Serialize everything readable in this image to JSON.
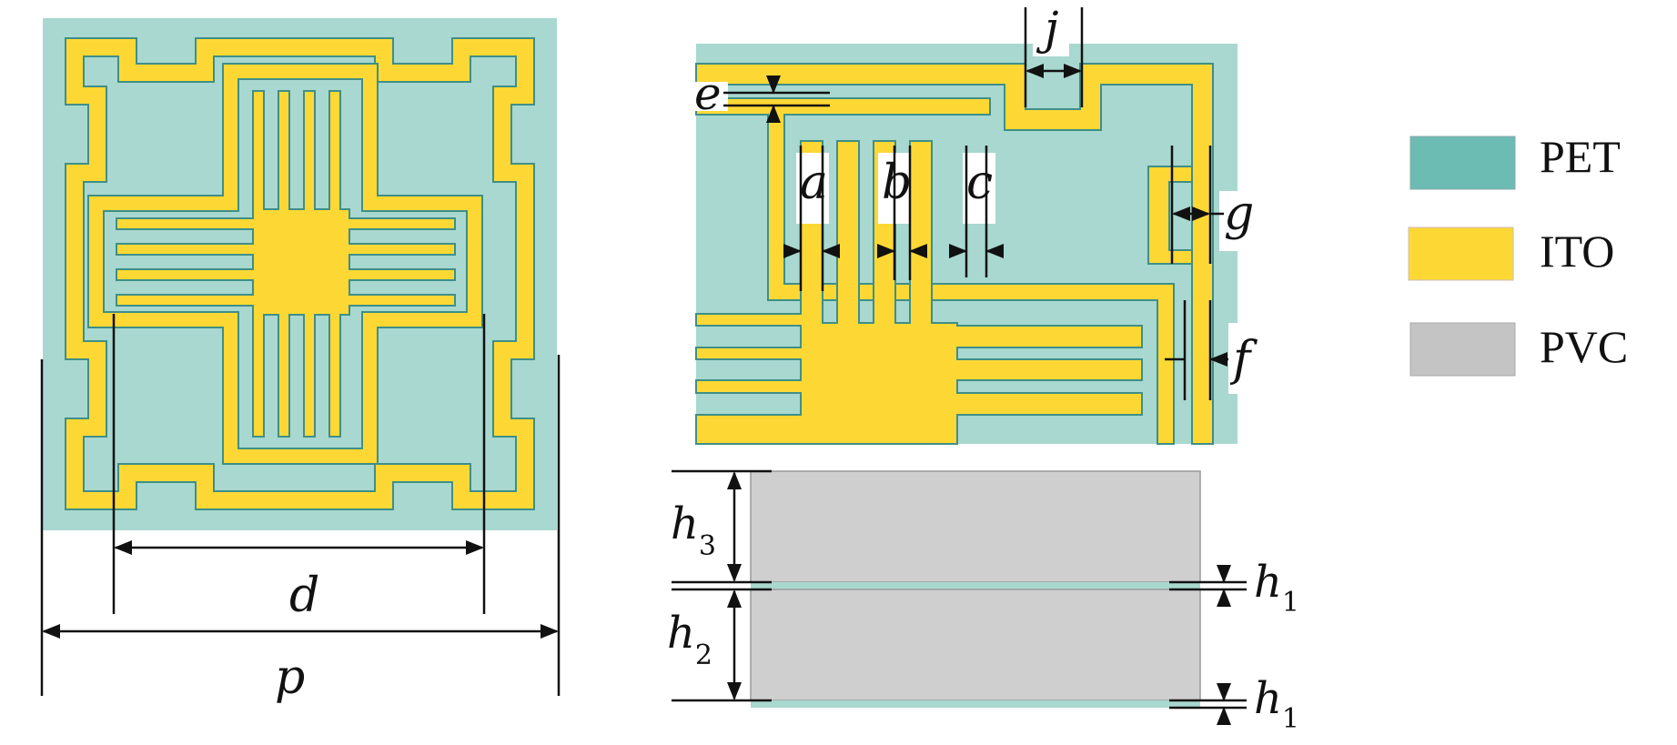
{
  "colors": {
    "pet": "#a8d8d0",
    "pet_legend": "#6cbcb4",
    "ito": "#fdd835",
    "pvc": "#cfcfcf",
    "outline": "#3f8f86",
    "line": "#111111"
  },
  "unit_cell": {
    "d_label": "d",
    "p_label": "p"
  },
  "detail": {
    "a_label": "a",
    "b_label": "b",
    "c_label": "c",
    "e_label": "e",
    "f_label": "f",
    "g_label": "g",
    "j_label": "j"
  },
  "layers": {
    "h_label": "h",
    "h3_sub": "3",
    "h2_sub": "2",
    "h1_sub": "1"
  },
  "legend": [
    {
      "label": "PET",
      "color": "#6cbcb4"
    },
    {
      "label": "ITO",
      "color": "#fdd835"
    },
    {
      "label": "PVC",
      "color": "#c4c4c4"
    }
  ]
}
